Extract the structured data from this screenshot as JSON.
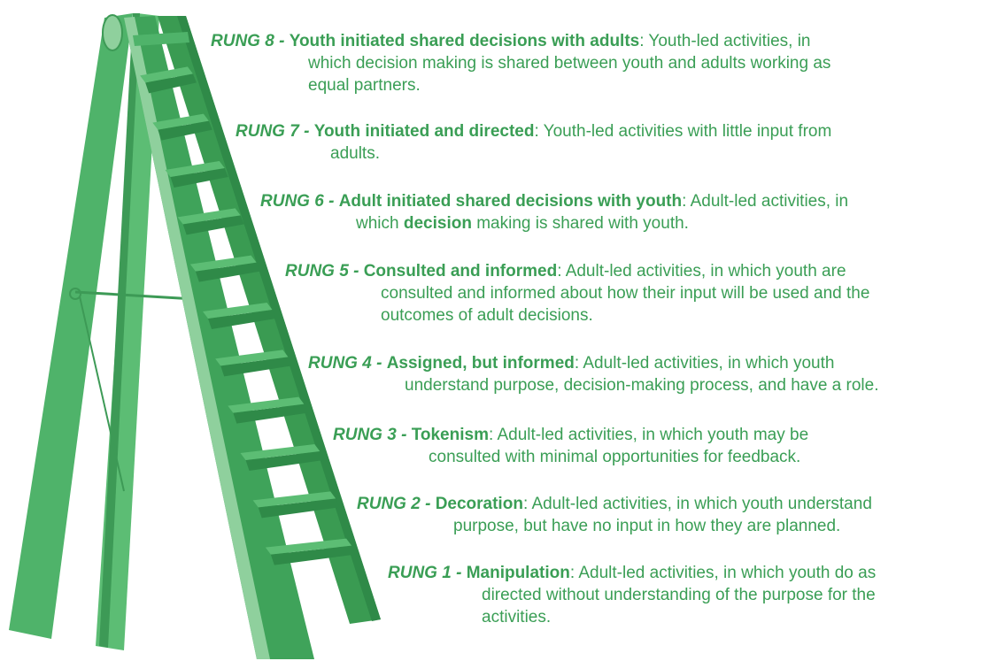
{
  "colors": {
    "text": "#3a9e55",
    "ladder_dark": "#2f8a48",
    "ladder_mid": "#3fa35a",
    "ladder_light": "#8fd09d"
  },
  "rungs": [
    {
      "number": "RUNG 8 -",
      "title": "Youth initiated shared decisions with adults",
      "head": ": Youth-led activities, in",
      "cont": [
        "which decision making is shared between youth and adults working as",
        "equal partners."
      ]
    },
    {
      "number": "RUNG 7 -",
      "title": "Youth initiated and directed",
      "head": ": Youth-led activities with little input from",
      "cont": [
        "adults."
      ]
    },
    {
      "number": "RUNG 6 -",
      "title": "Adult initiated shared decisions with youth",
      "head": ": Adult-led activities, in",
      "cont_pre": "which ",
      "cont_bold": "decision",
      "cont_post": " making is shared with youth."
    },
    {
      "number": "RUNG 5 -",
      "title": "Consulted and informed",
      "head": ": Adult-led activities, in which youth are",
      "cont": [
        "consulted and informed about how their input will be used and the",
        "outcomes of adult decisions."
      ]
    },
    {
      "number": "RUNG 4 -",
      "title": "Assigned, but informed",
      "head": ": Adult-led activities, in which youth",
      "cont": [
        "understand purpose, decision-making process, and have a role."
      ]
    },
    {
      "number": "RUNG 3 -",
      "title": "Tokenism",
      "head": ": Adult-led activities, in which youth may be",
      "cont": [
        "consulted with minimal opportunities for feedback."
      ]
    },
    {
      "number": "RUNG 2 -",
      "title": "Decoration",
      "head": ": Adult-led activities, in which youth understand",
      "cont": [
        "purpose, but have no input in how they are planned."
      ]
    },
    {
      "number": "RUNG 1 -",
      "title": "Manipulation",
      "head": ": Adult-led activities, in which youth do as",
      "cont": [
        "directed without understanding of the purpose for the",
        "activities."
      ]
    }
  ]
}
